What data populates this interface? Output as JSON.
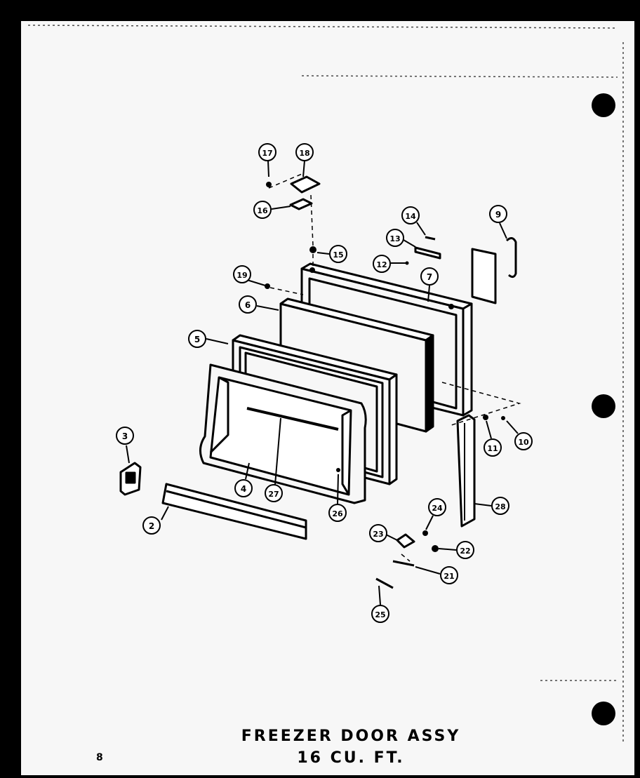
{
  "diagram": {
    "title_line1": "FREEZER DOOR ASSY",
    "title_line2": "16 CU. FT.",
    "page_number": "8",
    "callouts": [
      "2",
      "3",
      "4",
      "5",
      "6",
      "7",
      "9",
      "10",
      "11",
      "12",
      "13",
      "14",
      "15",
      "16",
      "17",
      "18",
      "19",
      "21",
      "22",
      "23",
      "24",
      "25",
      "26",
      "27",
      "28"
    ]
  },
  "colors": {
    "paper": "#f7f7f7",
    "ink": "#000000",
    "background": "#000000"
  }
}
